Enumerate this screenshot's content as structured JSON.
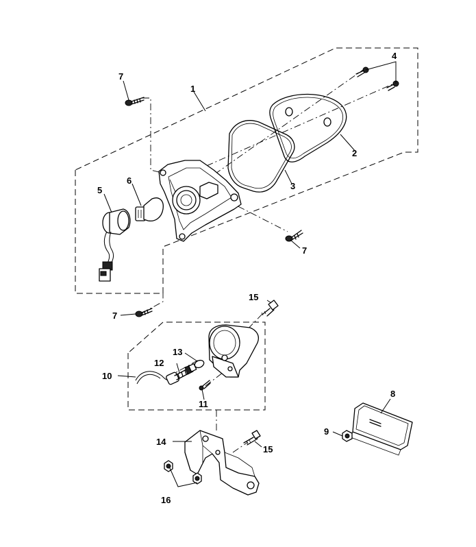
{
  "callouts": {
    "c1": "1",
    "c2": "2",
    "c3": "3",
    "c4": "4",
    "c5": "5",
    "c6": "6",
    "c7a": "7",
    "c7b": "7",
    "c7c": "7",
    "c8": "8",
    "c9": "9",
    "c10": "10",
    "c11": "11",
    "c12": "12",
    "c13": "13",
    "c14": "14",
    "c15a": "15",
    "c15b": "15",
    "c16": "16"
  }
}
